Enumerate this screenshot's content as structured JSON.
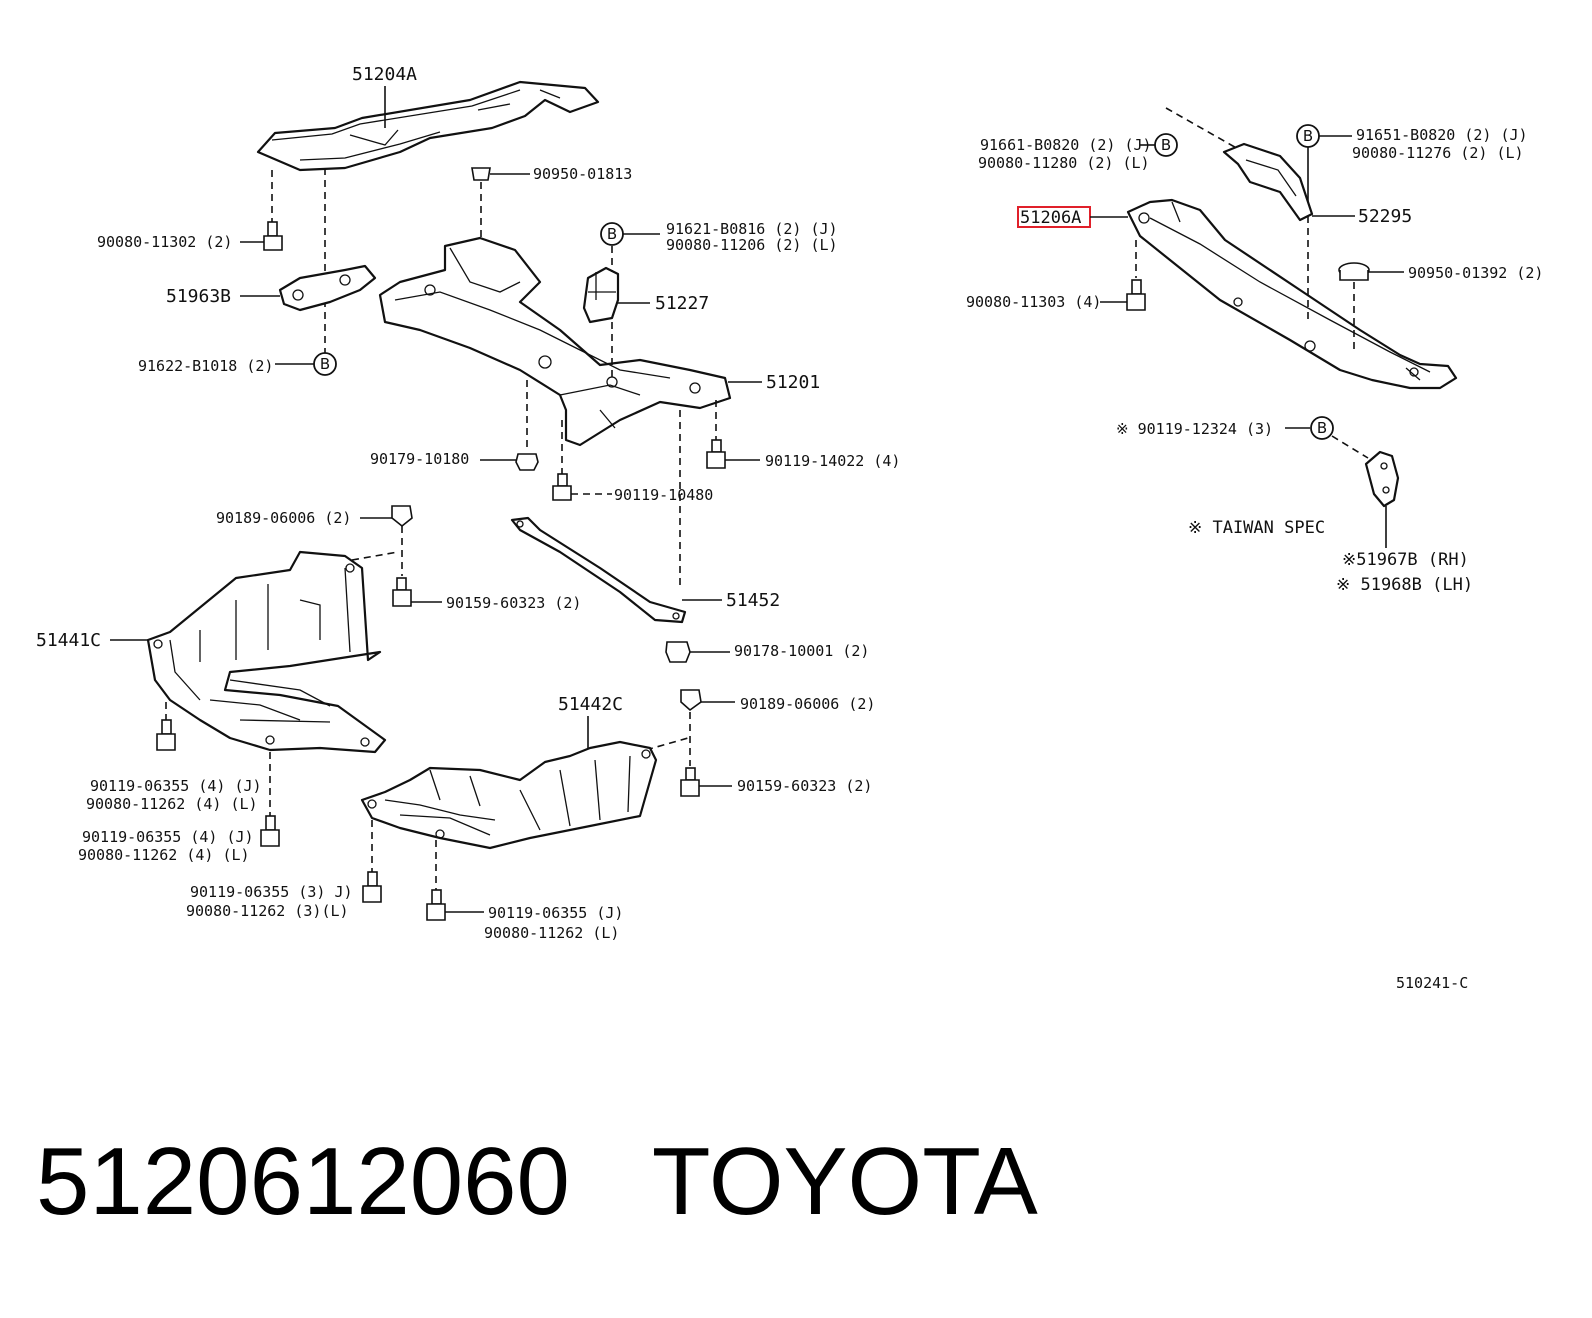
{
  "diagram_code": "510241-C",
  "footer": {
    "part_number": "5120612060",
    "brand": "TOYOTA"
  },
  "circle_marker": "B",
  "highlight_color": "#e0202a",
  "labels": {
    "p51204A": "51204A",
    "p90950_01813": "90950-01813",
    "p90080_11302": "90080-11302 (2)",
    "p51963B": "51963B",
    "p91621_1": "91621-B0816 (2) (J)",
    "p91621_2": "90080-11206 (2) (L)",
    "p51227": "51227",
    "p91622": "91622-B1018 (2)",
    "p51201": "51201",
    "p90179": "90179-10180",
    "p90119_14022": "90119-14022 (4)",
    "p90119_10480": "90119-10480",
    "p90189_a": "90189-06006 (2)",
    "p90159_a": "90159-60323 (2)",
    "p51441C": "51441C",
    "p51452": "51452",
    "p90178": "90178-10001 (2)",
    "p51442C": "51442C",
    "p90189_b": "90189-06006 (2)",
    "p90159_b": "90159-60323 (2)",
    "p_ll1a": "90119-06355 (4) (J)",
    "p_ll1b": "90080-11262 (4)  (L)",
    "p_ll2a": "90119-06355 (4) (J)",
    "p_ll2b": "90080-11262 (4)  (L)",
    "p_ll3a": "90119-06355 (3) J)",
    "p_ll3b": "90080-11262 (3)(L)",
    "p_ll4a": "90119-06355   (J)",
    "p_ll4b": "90080-11262   (L)",
    "p91661_1": "91661-B0820 (2) (J)",
    "p91661_2": "90080-11280 (2) (L)",
    "p91651_1": "91651-B0820 (2)  (J)",
    "p91651_2": "90080-11276 (2)  (L)",
    "p51206A": "51206A",
    "p52295": "52295",
    "p90080_11303": "90080-11303 (4)",
    "p90950_01392": "90950-01392 (2)",
    "p90119_12324": "※ 90119-12324 (3)",
    "p_taiwan": "※ TAIWAN SPEC",
    "p51967B": "※51967B (RH)",
    "p51968B": "※ 51968B (LH)"
  }
}
